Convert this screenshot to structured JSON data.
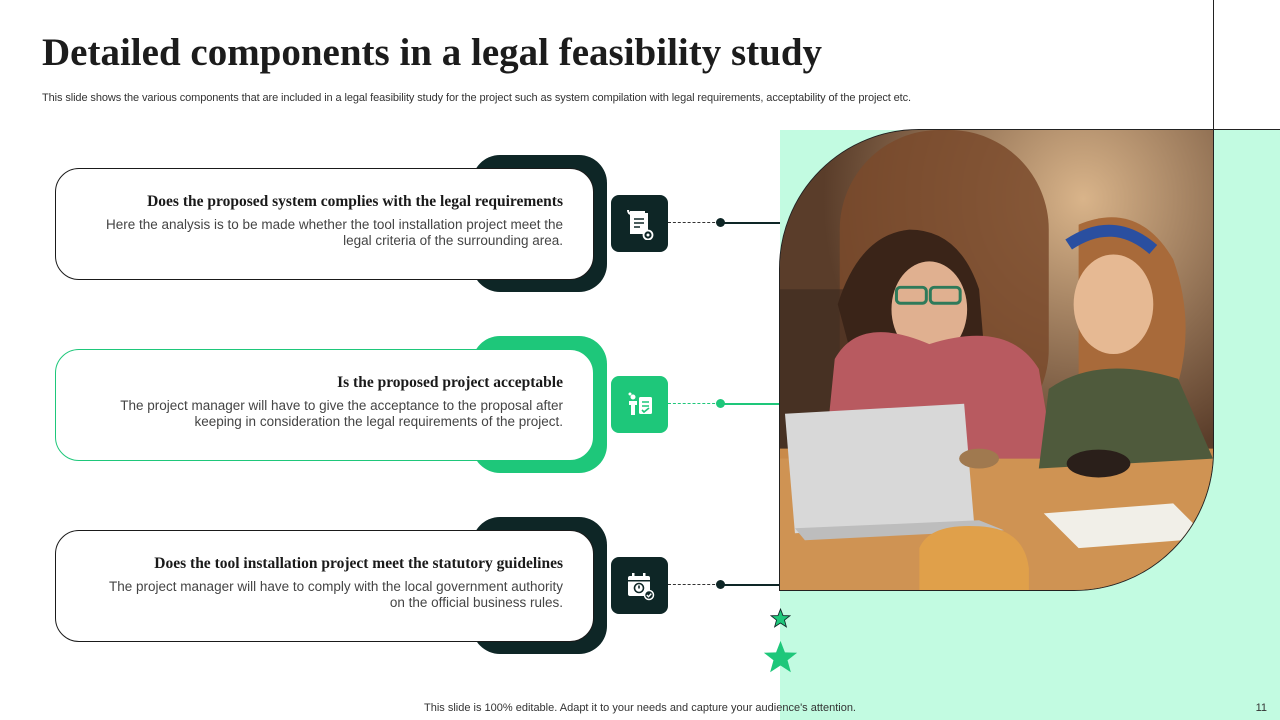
{
  "slide": {
    "title": "Detailed components in a legal feasibility study",
    "subtitle": "This slide shows the various components that are included in a legal feasibility study for the project such as system compilation with legal requirements, acceptability of the project etc.",
    "footer": "This slide is 100% editable. Adapt it to your needs and capture your audience's attention.",
    "page_number": "11"
  },
  "items": [
    {
      "title": "Does the proposed system complies with the legal requirements",
      "description": "Here the analysis is to be made whether the tool installation project meet the legal criteria of the surrounding area.",
      "icon": "legal-document-icon",
      "color": "#0e2626"
    },
    {
      "title": "Is the proposed project acceptable",
      "description": "The project manager will  have to give the acceptance to the proposal after keeping in consideration the legal requirements of the project.",
      "icon": "approval-checklist-icon",
      "color": "#1ec77a"
    },
    {
      "title": "Does the tool installation project meet the statutory guidelines",
      "description": "The project manager will  have to comply with the local government authority on the official business rules.",
      "icon": "calendar-compliance-icon",
      "color": "#0e2626"
    }
  ],
  "colors": {
    "dark": "#0e2626",
    "accent": "#1ec77a",
    "mint": "#c2fbe1"
  },
  "photo": {
    "subject": "two-women-at-laptop-photo"
  }
}
